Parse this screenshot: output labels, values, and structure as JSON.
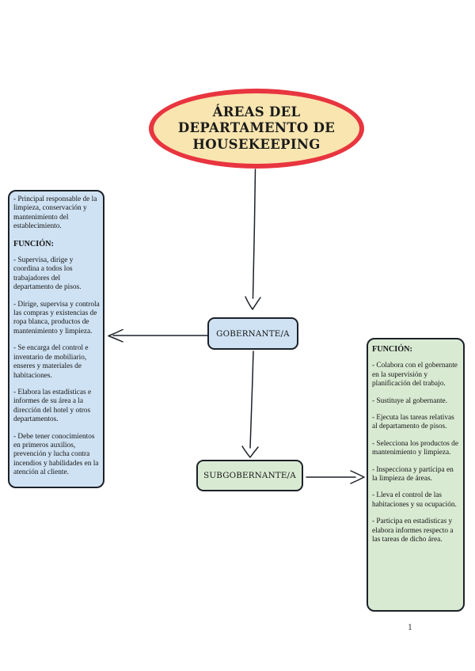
{
  "page": {
    "number": "1"
  },
  "colors": {
    "ellipse_fill": "#f8e5af",
    "ellipse_border": "#e8353f",
    "gobernante_fill": "#cfe2f3",
    "subgobernante_fill": "#d9ead3",
    "outline": "#1c2128",
    "text": "#141414"
  },
  "diagram": {
    "title": "ÁREAS DEL DEPARTAMENTO DE HOUSEKEEPING",
    "nodes": {
      "gobernante": {
        "label": "GOBERNANTE/A"
      },
      "subgobernante": {
        "label": "SUBGOBERNANTE/A"
      }
    },
    "gobernante_panel": {
      "intro": "- Principal responsable de la limpieza, conservación y mantenimiento del establecimiento.",
      "heading": "FUNCIÓN:",
      "items": [
        "- Supervisa, dirige y coordina a todos los trabajadores del departamento de pisos.",
        "- Dirige, supervisa y controla las compras y existencias de ropa blanca, productos de mantenimiento y limpieza.",
        "- Se encarga del control e inventario de mobiliario, enseres y materiales de habitaciones.",
        "- Elabora las estadísticas e informes de su área a la dirección del hotel y otros departamentos.",
        "- Debe tener conocimientos en primeros auxilios, prevención y lucha contra incendios y habilidades en la atención al cliente."
      ]
    },
    "subgobernante_panel": {
      "heading": "FUNCIÓN:",
      "items": [
        "- Colabora con el gobernante en la supervisión y planificación del trabajo.",
        "- Sustituye al gobernante.",
        "- Ejecuta las tareas relativas al departamento de pisos.",
        "- Selecciona los productos de mantenimiento y limpieza.",
        "- Inspecciona y participa en la limpieza de áreas.",
        "- Lleva el control de las habitaciones y su ocupación.",
        "- Participa en estadísticas y elabora informes respecto a las tareas de dicho área."
      ]
    }
  }
}
